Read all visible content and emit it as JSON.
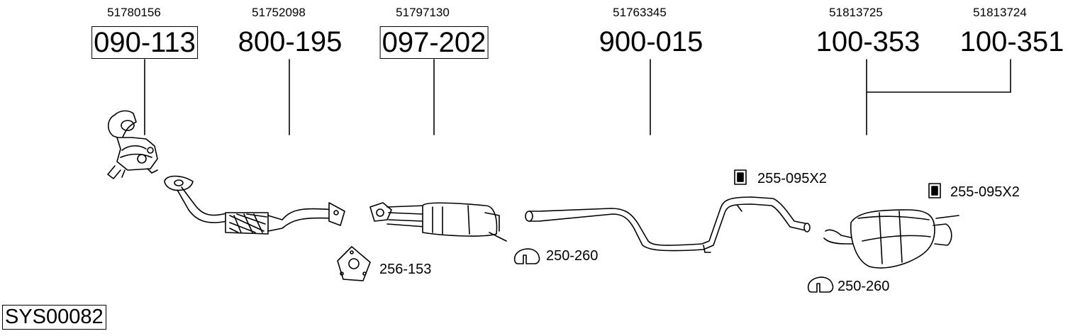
{
  "system_code": "SYS00082",
  "parts": [
    {
      "oe": "51780156",
      "number": "090-113",
      "boxed": true
    },
    {
      "oe": "51752098",
      "number": "800-195",
      "boxed": false
    },
    {
      "oe": "51797130",
      "number": "097-202",
      "boxed": true
    },
    {
      "oe": "51763345",
      "number": "900-015",
      "boxed": false
    },
    {
      "oe": "51813725",
      "number": "100-353",
      "boxed": false
    },
    {
      "oe": "51813724",
      "number": "100-351",
      "boxed": false
    }
  ],
  "accessories": [
    {
      "number": "256-153",
      "icon": "gasket-icon"
    },
    {
      "number": "250-260",
      "icon": "clamp-icon"
    },
    {
      "number": "255-095X2",
      "icon": "rubber-mount-icon"
    },
    {
      "number": "255-095X2",
      "icon": "rubber-mount-icon"
    },
    {
      "number": "250-260",
      "icon": "clamp-icon"
    }
  ]
}
